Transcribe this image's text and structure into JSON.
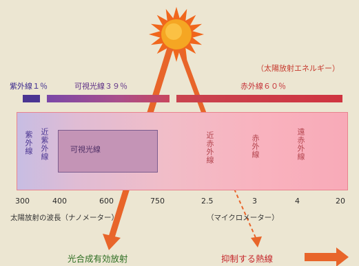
{
  "energy_title": "（太陽放射エネルギー）",
  "bands": {
    "uv": "紫外線１％",
    "visible": "可視光線３９％",
    "ir": "赤外線６０％"
  },
  "regions": {
    "uv": "紫外線",
    "near_uv": "近紫外線",
    "visible": "可視光線",
    "near_ir": "近赤外線",
    "ir": "赤外線",
    "far_ir": "遠赤外線"
  },
  "ticks_nm": [
    "300",
    "400",
    "600",
    "750"
  ],
  "ticks_um": [
    "2.5",
    "3",
    "4",
    "20"
  ],
  "axis_units": {
    "nm": "太陽放射の波長（ナノメーター）",
    "um": "（マイクロメーター）"
  },
  "arrows": {
    "photosynthesis": "光合成有効放射",
    "heat": "抑制する熱線"
  },
  "colors": {
    "sun_rays": "#f0661c",
    "sun_core": "#f5a623",
    "photo_arrow": "#e8652a",
    "heat_arrow": "#e8652a",
    "uv_bar": "#4a3592",
    "ir_bar": "#cf3440"
  },
  "icons": [
    "sun-icon",
    "right-arrow-icon"
  ]
}
